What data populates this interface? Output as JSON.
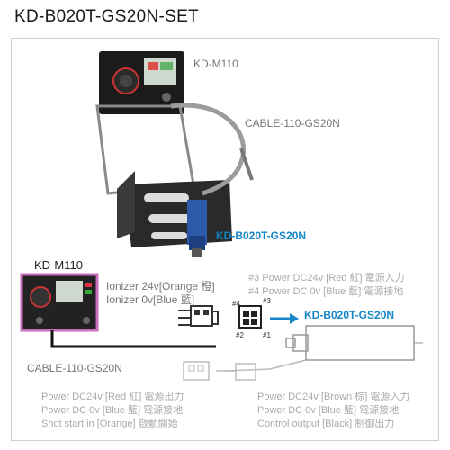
{
  "title": "KD-B020T-GS20N-SET",
  "photo": {
    "controller_label": "KD-M110",
    "cable_label": "CABLE-110-GS20N",
    "ionizer_label": "KD-B020T-GS20N"
  },
  "wiring": {
    "controller_label": "KD-M110",
    "ionizer_power": [
      "Ionizer 24v[Orange 橙]",
      "Ionizer  0v[Blue 藍]"
    ],
    "pin_notes": [
      "#3 Power DC24v [Red 紅] 電源入力",
      "#4 Power DC 0v  [Blue 藍] 電源接地"
    ],
    "pins": [
      "#4",
      "#3",
      "#2",
      "#1"
    ],
    "ionizer_label": "KD-B020T-GS20N",
    "cable_label": "CABLE-110-GS20N",
    "left_notes": [
      "Power DC24v [Red 紅] 電源出力",
      "Power DC 0v [Blue 藍] 電源接地",
      "Shot start in [Orange] 啟動開始"
    ],
    "right_notes": [
      "Power DC24v [Brown 棕] 電源入力",
      "Power DC 0v [Blue 藍] 電源接地",
      "Control output [Black] 制御出力"
    ]
  },
  "colors": {
    "accent_blue": "#1586c8",
    "controller_border": "#c86fc0"
  }
}
